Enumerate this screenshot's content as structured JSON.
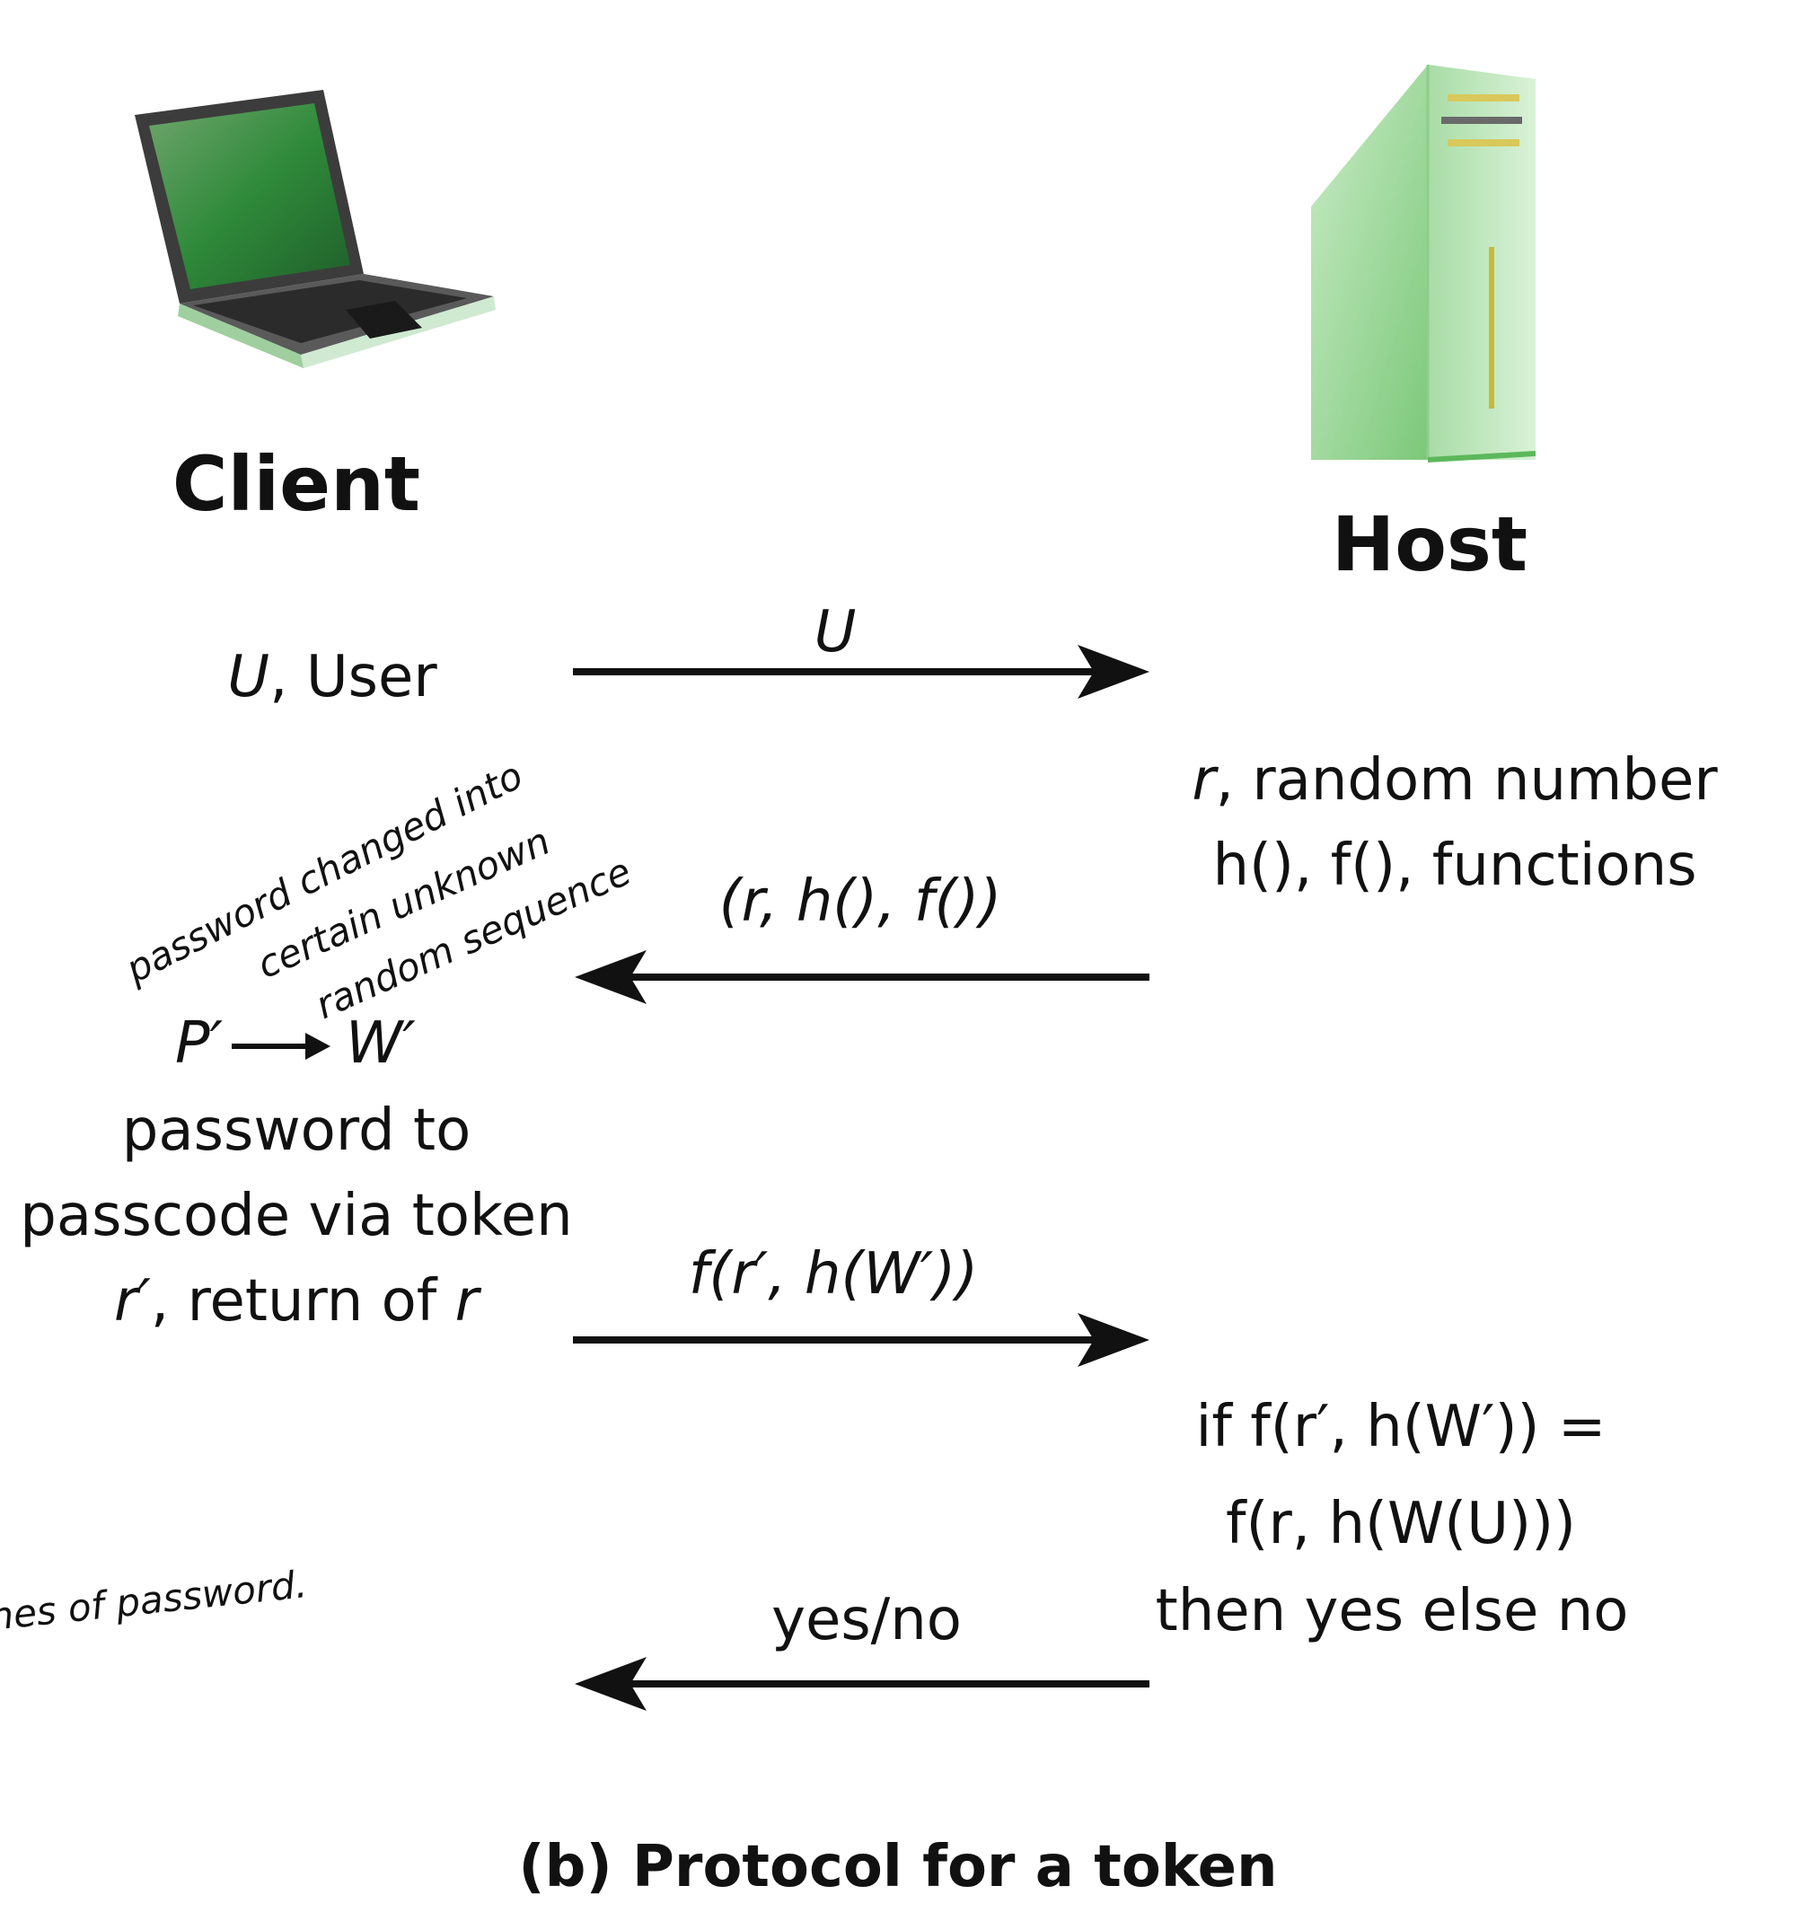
{
  "entities": {
    "client": {
      "label": "Client"
    },
    "host": {
      "label": "Host"
    }
  },
  "client_notes": {
    "user": {
      "var": "U",
      "text": ", User"
    },
    "p_prime": "P′",
    "w_prime": "W′",
    "line1": "password to",
    "line2": "passcode via token",
    "line3_var": "r′",
    "line3_text": ", return of ",
    "line3_end": "r"
  },
  "host_notes": {
    "random_var": "r",
    "random_text": ", random number",
    "functions": "h(), f(), functions",
    "check1": "if f(r′, h(W′)) =",
    "check2": "f(r, h(W(U)))",
    "check3": "then yes else no"
  },
  "messages": [
    {
      "label": "U",
      "direction": "client-to-host"
    },
    {
      "label": "(r, h(), f())",
      "direction": "host-to-client"
    },
    {
      "label": "f(r′, h(W′))",
      "direction": "client-to-host"
    },
    {
      "label": "yes/no",
      "direction": "host-to-client"
    }
  ],
  "handwritten": {
    "line1": "password changed into",
    "line2": "certain unknown",
    "line3": "random sequence",
    "line4": "hes of password."
  },
  "caption": "(b) Protocol for a token",
  "colors": {
    "laptop_screen": "#2f8a3a",
    "laptop_body": "#d8f0d6",
    "server_body": "#b9e6b7",
    "handwriting": "#2a3f9e"
  },
  "icons": {
    "client": "laptop-icon",
    "host": "server-icon"
  }
}
